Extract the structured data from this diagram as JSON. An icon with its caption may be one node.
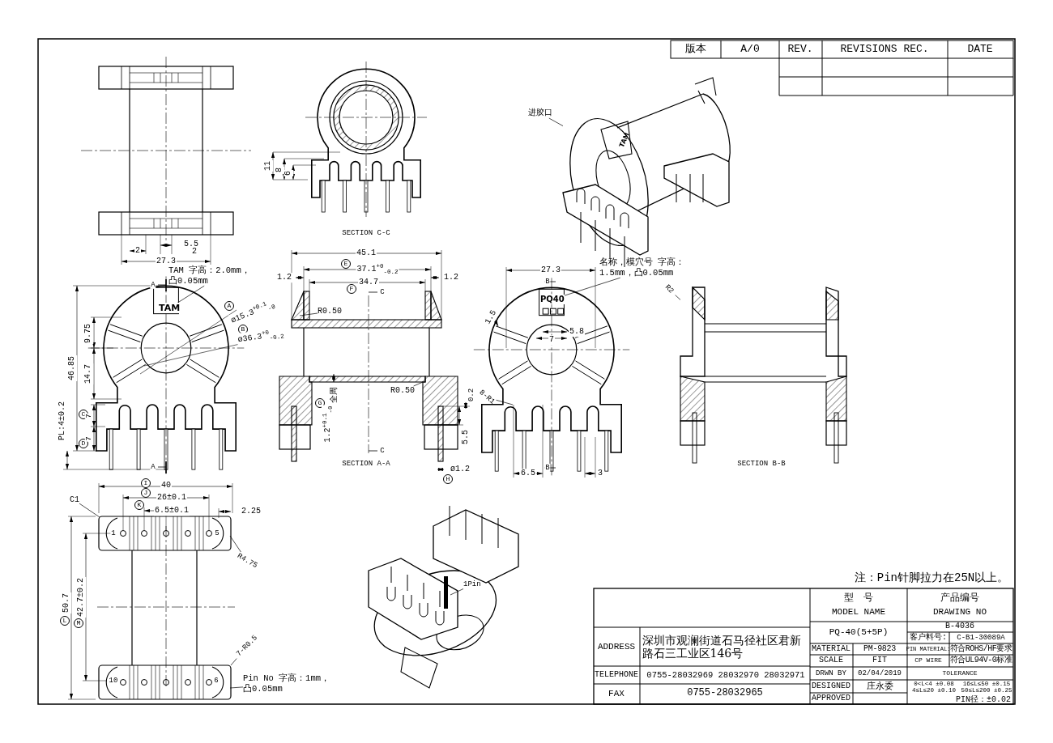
{
  "diagram": {
    "nodes": [
      {
        "text": [
          "进胶口"
        ]
      },
      {
        "text": [
          "TAM 字高：2.0mm，凸0.05mm"
        ]
      },
      {
        "text": [
          "R0.50"
        ]
      },
      {
        "text": [
          "R0.50"
        ]
      },
      {
        "text": [
          "名称，模穴号 字高：1.5mm，凸0.05mm"
        ]
      },
      {
        "text": [
          "8-R1"
        ]
      },
      {
        "text": [
          "R2"
        ]
      },
      {
        "text": [
          "C1"
        ]
      },
      {
        "text": [
          "R4.75"
        ]
      },
      {
        "text": [
          "7-R0.5"
        ]
      },
      {
        "text": [
          "Pin No 字高：1mm，凸0.05mm"
        ]
      },
      {
        "text": [
          "1Pin"
        ]
      },
      {
        "text": [
          "TAM"
        ]
      },
      {
        "text": [
          "PQ40"
        ]
      },
      {
        "text": [],
        "shape": "picture"
      },
      {
        "text": [],
        "shape": "picture"
      },
      {
        "text": [],
        "shape": "picture"
      }
    ],
    "edges": [
      {
        "from": 0,
        "to": 14,
        "arrow": "none"
      },
      {
        "from": 1,
        "to": 12,
        "arrow": "none"
      },
      {
        "from": 2,
        "to": null,
        "arrow": "none"
      },
      {
        "from": 3,
        "to": null,
        "arrow": "none"
      },
      {
        "from": 4,
        "to": 13,
        "arrow": "none"
      },
      {
        "from": 5,
        "to": null,
        "arrow": "none"
      },
      {
        "from": 6,
        "to": 15,
        "arrow": "none"
      },
      {
        "from": 7,
        "to": 16,
        "arrow": "none"
      },
      {
        "from": 8,
        "to": 16,
        "arrow": "none"
      },
      {
        "from": 9,
        "to": null,
        "arrow": "none"
      },
      {
        "from": 10,
        "to": 16,
        "arrow": "none"
      },
      {
        "from": 11,
        "to": null,
        "arrow": "none"
      }
    ],
    "labels": [
      "版本",
      "A/0",
      "REV.",
      "REVISIONS REC.",
      "DATE",
      "5.5",
      "2",
      "2",
      "27.3",
      "11",
      "8",
      "6",
      "SECTION C-C",
      "A",
      "A",
      "ø15.3$^{+0.1}$$_{-0}$",
      "B",
      "ø36.3$^{+0}$$_{-0.2}$",
      "9.75",
      "46.85",
      "14.7",
      "C",
      "7",
      "PL:4±0.2",
      "D",
      "7",
      "A",
      "45.1",
      "E",
      "37.1$^{+0}$$_{-0.2}$",
      "1.2",
      "1.2",
      "F",
      "34.7",
      "C",
      "G",
      "1.2$^{+0.1}$$_{-0}$",
      "全周",
      "0.2",
      "5.5",
      "C",
      "SECTION A-A",
      "ø1.2",
      "H",
      "27.3",
      "B",
      "1.5",
      "5.8",
      "7",
      "6.5",
      "B",
      "3",
      "SECTION B-B",
      "I",
      "40",
      "J",
      "26±0.1",
      "K",
      "6.5±0.1",
      "2.25",
      "1",
      "5",
      "L",
      "50.7",
      "M",
      "42.7±0.2",
      "10",
      "6",
      "TAM",
      "注：Pin针脚拉力在25N以上。",
      "ADDRESS",
      "深圳市观澜街道石马径社区君新路石三工业区146号",
      "TELEPHONE",
      "0755-28032969 28032970 28032971",
      "FAX",
      "0755-28032965",
      "型　号",
      "MODEL NAME",
      "产品编号",
      "DRAWING NO",
      "PQ-40(5+5P)",
      "B-4036",
      "客户料号:",
      "C-B1-30089A",
      "MATERIAL",
      "PM-9823",
      "PIN MATERIAL:",
      "符合ROHS/HF要求",
      "SCALE",
      "FIT",
      "CP WIRE",
      "符合UL94V-0标准",
      "DRWN BY",
      "02/04/2019",
      "TOLERANCE",
      "DESIGNED",
      "庄永委",
      "0<L<4 ±0.08",
      "4≤L≤20 ±0.10",
      "16≤L≤50 ±0.15",
      "50≤L≤200 ±0.25",
      "APPROVED",
      "PIN径：±0.02"
    ]
  }
}
